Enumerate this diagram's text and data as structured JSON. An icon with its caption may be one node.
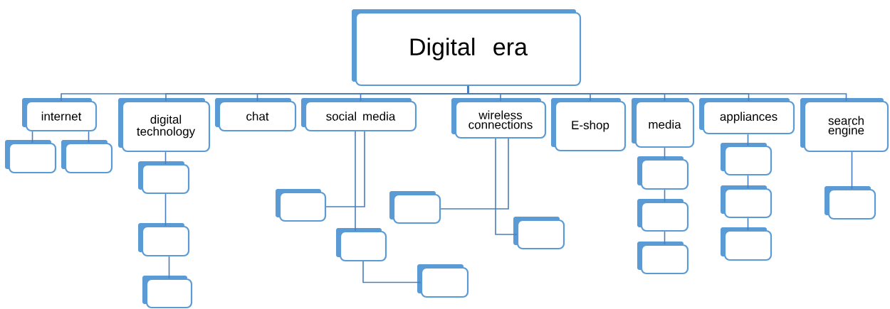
{
  "diagram": {
    "nodes": [
      {
        "text": [
          "Digital era"
        ]
      },
      {
        "text": [
          "internet"
        ]
      },
      {
        "text": [
          "digital technology"
        ]
      },
      {
        "text": [
          "chat"
        ]
      },
      {
        "text": [
          "social media"
        ]
      },
      {
        "text": [
          "wireless connections"
        ]
      },
      {
        "text": [
          "E-shop"
        ]
      },
      {
        "text": [
          "media"
        ]
      },
      {
        "text": [
          "appliances"
        ]
      },
      {
        "text": [
          "search engine"
        ]
      },
      {
        "text": [],
        "shape": "box"
      },
      {
        "text": [],
        "shape": "box"
      },
      {
        "text": [],
        "shape": "box"
      },
      {
        "text": [],
        "shape": "box"
      },
      {
        "text": [],
        "shape": "box"
      },
      {
        "text": [],
        "shape": "box"
      },
      {
        "text": [],
        "shape": "box"
      },
      {
        "text": [],
        "shape": "box"
      },
      {
        "text": [],
        "shape": "box"
      },
      {
        "text": [],
        "shape": "box"
      },
      {
        "text": [],
        "shape": "box"
      },
      {
        "text": [],
        "shape": "box"
      },
      {
        "text": [],
        "shape": "box"
      },
      {
        "text": [],
        "shape": "box"
      },
      {
        "text": [],
        "shape": "box"
      },
      {
        "text": [],
        "shape": "box"
      },
      {
        "text": [],
        "shape": "box"
      }
    ],
    "edges": [
      {
        "from": 0,
        "to": 1,
        "arrow": "none"
      },
      {
        "from": 0,
        "to": 2,
        "arrow": "none"
      },
      {
        "from": 0,
        "to": 3,
        "arrow": "none"
      },
      {
        "from": 0,
        "to": 4,
        "arrow": "none"
      },
      {
        "from": 0,
        "to": 5,
        "arrow": "none"
      },
      {
        "from": 0,
        "to": 6,
        "arrow": "none"
      },
      {
        "from": 0,
        "to": 7,
        "arrow": "none"
      },
      {
        "from": 0,
        "to": 8,
        "arrow": "none"
      },
      {
        "from": 0,
        "to": 9,
        "arrow": "none"
      },
      {
        "from": 1,
        "to": 10,
        "arrow": "none"
      },
      {
        "from": 1,
        "to": 11,
        "arrow": "none"
      },
      {
        "from": 2,
        "to": 12,
        "arrow": "none"
      },
      {
        "from": 12,
        "to": 13,
        "arrow": "none"
      },
      {
        "from": 13,
        "to": 14,
        "arrow": "none"
      },
      {
        "from": 4,
        "to": 15,
        "arrow": "none"
      },
      {
        "from": 4,
        "to": 16,
        "arrow": "none"
      },
      {
        "from": 16,
        "to": 17,
        "arrow": "none"
      },
      {
        "from": 5,
        "to": 18,
        "arrow": "none"
      },
      {
        "from": 5,
        "to": 19,
        "arrow": "none"
      },
      {
        "from": 7,
        "to": 20,
        "arrow": "none"
      },
      {
        "from": 20,
        "to": 21,
        "arrow": "none"
      },
      {
        "from": 21,
        "to": 22,
        "arrow": "none"
      },
      {
        "from": 8,
        "to": 23,
        "arrow": "none"
      },
      {
        "from": 23,
        "to": 24,
        "arrow": "none"
      },
      {
        "from": 24,
        "to": 25,
        "arrow": "none"
      },
      {
        "from": 9,
        "to": 26,
        "arrow": "none"
      }
    ]
  }
}
